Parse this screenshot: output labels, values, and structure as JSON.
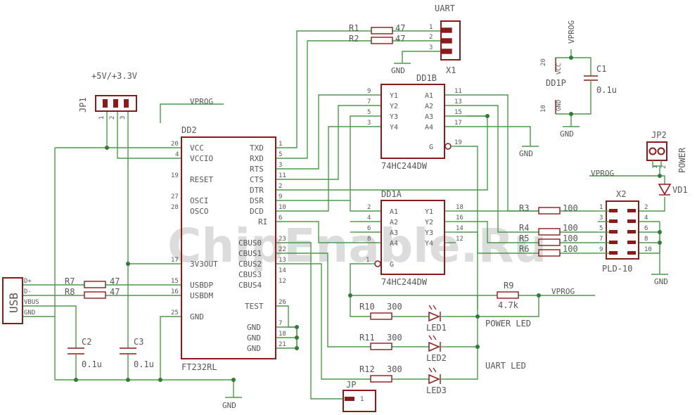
{
  "watermark": "ChipEnable.Ru",
  "dd2": {
    "name": "DD2",
    "part": "FT232RL",
    "left": [
      {
        "pin": "20",
        "name": "VCC"
      },
      {
        "pin": "4",
        "name": "VCCIO"
      },
      {
        "pin": "19",
        "name": "RESET"
      },
      {
        "pin": "27",
        "name": "OSCI"
      },
      {
        "pin": "28",
        "name": "OSCO"
      },
      {
        "pin": "17",
        "name": "3V3OUT"
      },
      {
        "pin": "15",
        "name": "USBDP"
      },
      {
        "pin": "16",
        "name": "USBDM"
      },
      {
        "pin": "25",
        "name": "GND"
      }
    ],
    "right": [
      {
        "pin": "1",
        "name": "TXD"
      },
      {
        "pin": "5",
        "name": "RXD"
      },
      {
        "pin": "3",
        "name": "RTS"
      },
      {
        "pin": "11",
        "name": "CTS"
      },
      {
        "pin": "2",
        "name": "DTR"
      },
      {
        "pin": "9",
        "name": "DSR"
      },
      {
        "pin": "10",
        "name": "DCD"
      },
      {
        "pin": "6",
        "name": "RI"
      },
      {
        "pin": "23",
        "name": "CBUS0"
      },
      {
        "pin": "22",
        "name": "CBUS1"
      },
      {
        "pin": "13",
        "name": "CBUS2"
      },
      {
        "pin": "14",
        "name": "CBUS3"
      },
      {
        "pin": "12",
        "name": "CBUS4"
      },
      {
        "pin": "26",
        "name": "TEST"
      },
      {
        "pin": "7",
        "name": "GND"
      },
      {
        "pin": "18",
        "name": "GND"
      },
      {
        "pin": "21",
        "name": "GND"
      }
    ]
  },
  "dd1b": {
    "name": "DD1B",
    "part": "74HC244DW",
    "left": [
      {
        "pin": "9",
        "name": "Y1"
      },
      {
        "pin": "7",
        "name": "Y2"
      },
      {
        "pin": "5",
        "name": "Y3"
      },
      {
        "pin": "3",
        "name": "Y4"
      }
    ],
    "right": [
      {
        "pin": "11",
        "name": "A1"
      },
      {
        "pin": "13",
        "name": "A2"
      },
      {
        "pin": "15",
        "name": "A3"
      },
      {
        "pin": "17",
        "name": "A4"
      }
    ],
    "g": {
      "pin": "19",
      "name": "G"
    }
  },
  "dd1a": {
    "name": "DD1A",
    "part": "74HC244DW",
    "left": [
      {
        "pin": "2",
        "name": "A1"
      },
      {
        "pin": "4",
        "name": "A2"
      },
      {
        "pin": "6",
        "name": "A3"
      },
      {
        "pin": "8",
        "name": "A4"
      }
    ],
    "right": [
      {
        "pin": "18",
        "name": "Y1"
      },
      {
        "pin": "16",
        "name": "Y2"
      },
      {
        "pin": "14",
        "name": "Y3"
      },
      {
        "pin": "12",
        "name": "Y4"
      }
    ],
    "g": {
      "pin": "1",
      "name": "G"
    }
  },
  "dd1p": {
    "name": "DD1P",
    "vcc": "VCC",
    "vcc_pin": "20",
    "gnd": "GND",
    "gnd_pin": "10"
  },
  "x1": {
    "name": "X1",
    "title": "UART",
    "pins": [
      "1",
      "2",
      "3"
    ]
  },
  "x2": {
    "name": "X2",
    "part": "PLD-10",
    "left": [
      "1",
      "3",
      "5",
      "7",
      "9"
    ],
    "right": [
      "2",
      "4",
      "6",
      "8",
      "10"
    ]
  },
  "jp1": {
    "name": "JP1",
    "title": "+5V/+3.3V",
    "pins": [
      "1",
      "2",
      "3"
    ]
  },
  "jp2": {
    "name": "JP2",
    "title": "POWER",
    "pins": [
      "1",
      "2"
    ]
  },
  "jp": {
    "name": "JP",
    "pin": "1"
  },
  "usb": {
    "name": "USB",
    "pins": [
      "D+",
      "D-",
      "VBUS",
      "GND"
    ]
  },
  "resistors": {
    "r1": {
      "name": "R1",
      "value": "47"
    },
    "r2": {
      "name": "R2",
      "value": "47"
    },
    "r3": {
      "name": "R3",
      "value": "100"
    },
    "r4": {
      "name": "R4",
      "value": "100"
    },
    "r5": {
      "name": "R5",
      "value": "100"
    },
    "r6": {
      "name": "R6",
      "value": "100"
    },
    "r7": {
      "name": "R7",
      "value": "47"
    },
    "r8": {
      "name": "R8",
      "value": "47"
    },
    "r9": {
      "name": "R9",
      "value": "4.7k"
    },
    "r10": {
      "name": "R10",
      "value": "300"
    },
    "r11": {
      "name": "R11",
      "value": "300"
    },
    "r12": {
      "name": "R12",
      "value": "300"
    }
  },
  "capacitors": {
    "c1": {
      "name": "C1",
      "value": "0.1u"
    },
    "c2": {
      "name": "C2",
      "value": "0.1u"
    },
    "c3": {
      "name": "C3",
      "value": "0.1u"
    }
  },
  "leds": {
    "led1": "LED1",
    "led2": "LED2",
    "led3": "LED3",
    "vd1": "VD1"
  },
  "nets": {
    "vprog": "VPROG",
    "gnd": "GND"
  },
  "notes": {
    "power_led": "POWER LED",
    "uart_led": "UART LED"
  }
}
